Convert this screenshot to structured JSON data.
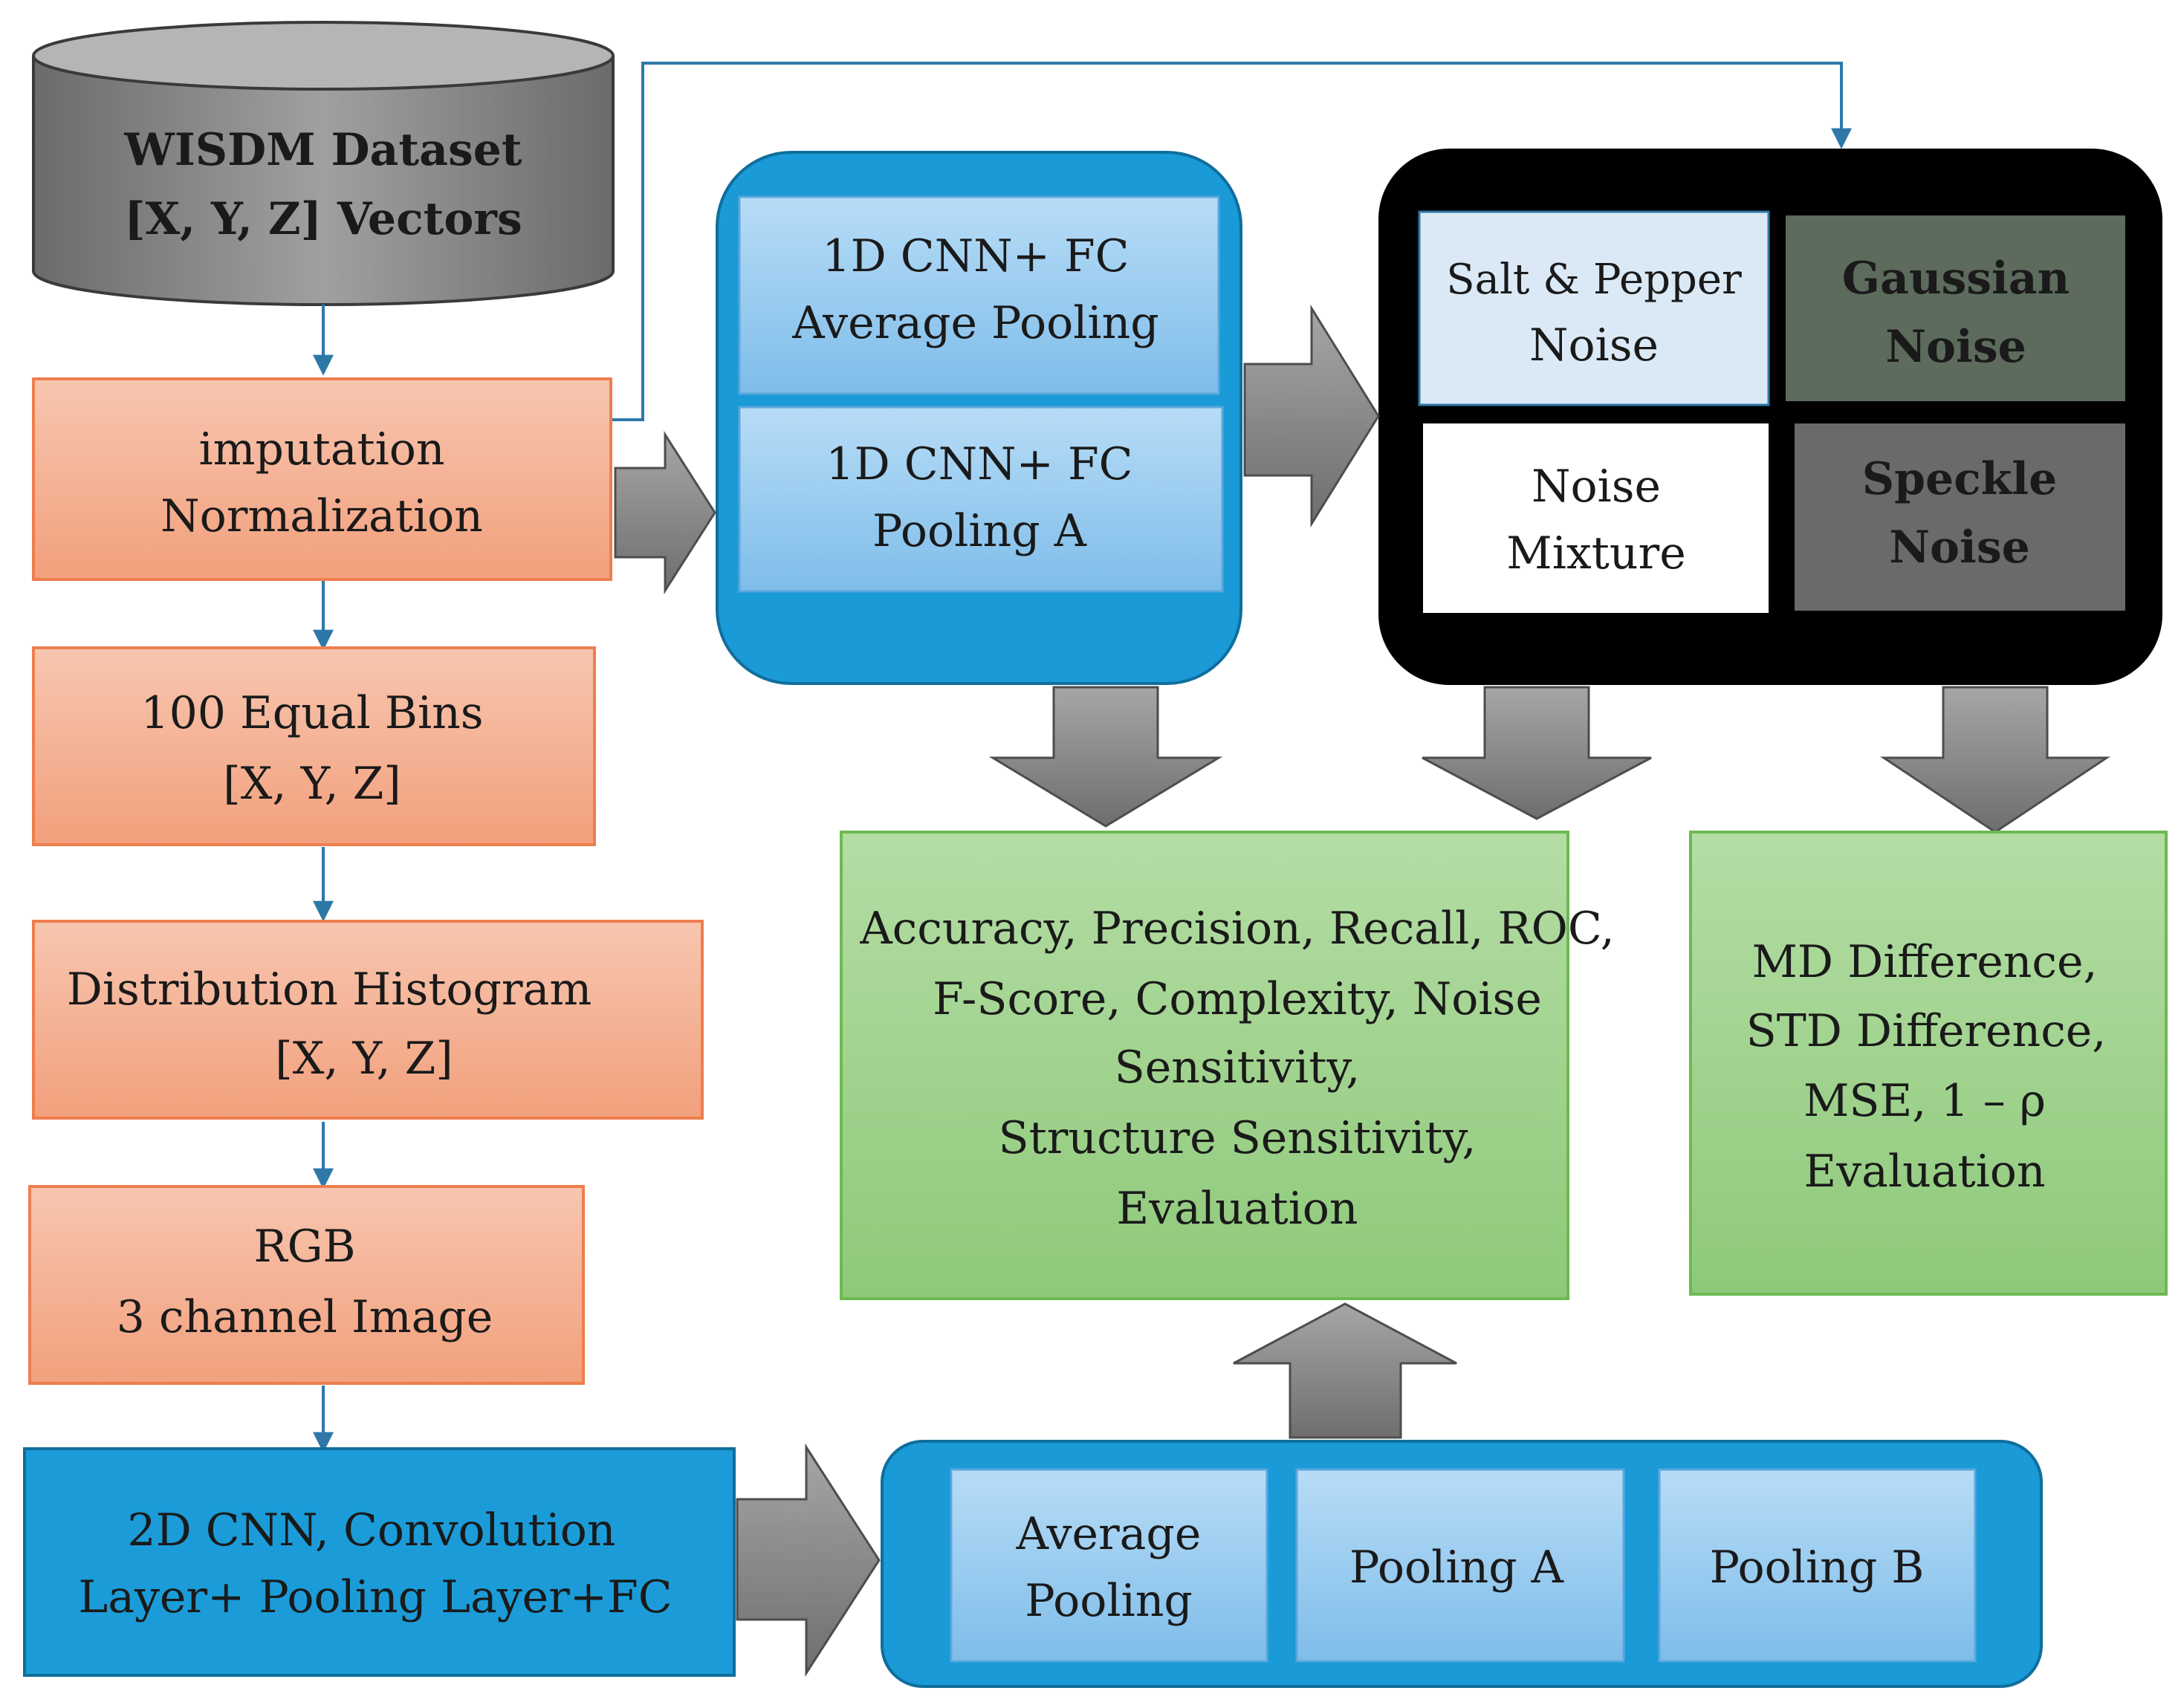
{
  "dataset": {
    "line1": "WISDM Dataset",
    "line2": "[X, Y, Z] Vectors"
  },
  "pipeline": {
    "step1": {
      "line1": "imputation",
      "line2": "Normalization"
    },
    "step2": {
      "line1": "100 Equal Bins",
      "line2": "[X, Y, Z]"
    },
    "step3": {
      "line1": "Distribution Histogram",
      "line2": "[X, Y, Z]"
    },
    "step4": {
      "line1": "RGB",
      "line2": "3 channel Image"
    },
    "step5": {
      "line1": "2D CNN, Convolution",
      "line2": "Layer+ Pooling Layer+FC"
    }
  },
  "cnn1d": {
    "avg": {
      "line1": "1D CNN+ FC",
      "line2": "Average Pooling"
    },
    "poolA": {
      "line1": "1D CNN+ FC",
      "line2": "Pooling A"
    }
  },
  "noise": {
    "salt_pepper": {
      "line1": "Salt & Pepper",
      "line2": "Noise"
    },
    "gaussian": {
      "line1": "Gaussian",
      "line2": "Noise"
    },
    "mixture": {
      "line1": "Noise",
      "line2": "Mixture"
    },
    "speckle": {
      "line1": "Speckle",
      "line2": "Noise"
    }
  },
  "evaluation": {
    "main": {
      "line1": "Accuracy, Precision, Recall, ROC,",
      "line2": "F-Score, Complexity, Noise",
      "line3": "Sensitivity,",
      "line4": "Structure Sensitivity,",
      "line5": "Evaluation"
    },
    "noise_metrics": {
      "line1": "MD Difference,",
      "line2": "STD Difference,",
      "line3": "MSE, 1 – ρ",
      "line4": "Evaluation"
    }
  },
  "cnn2d": {
    "avg": {
      "line1": "Average",
      "line2": "Pooling"
    },
    "poolA": {
      "line1": "Pooling A"
    },
    "poolB": {
      "line1": "Pooling B"
    }
  },
  "colors": {
    "salmon": "#f4a585",
    "salmon_border": "#ee7e4f",
    "blue_container": "#1a9ad6",
    "light_blue": "#9cccf0",
    "green": "#a3d390",
    "green_border": "#6cba4f",
    "gray_arrow": "#7f7f7f",
    "line_blue": "#2e78a8",
    "black": "#000000"
  }
}
